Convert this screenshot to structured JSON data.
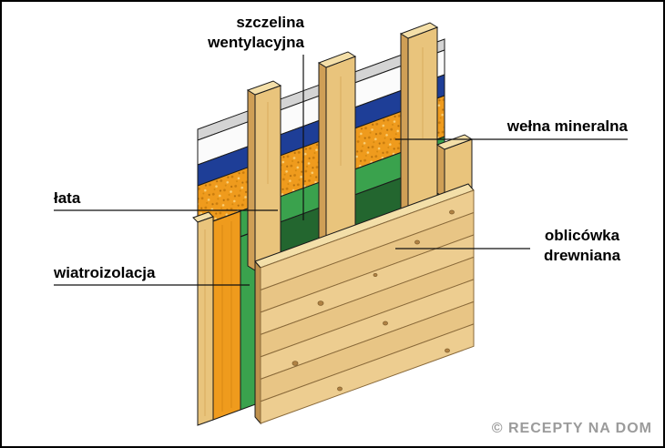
{
  "diagram": {
    "subject": "wall-construction-cross-section",
    "labels": {
      "ventilation_gap": {
        "line1": "szczelina",
        "line2": "wentylacyjna"
      },
      "mineral_wool": {
        "text": "wełna mineralna"
      },
      "batten": {
        "text": "łata"
      },
      "wind_insulation": {
        "text": "wiatroizolacja"
      },
      "wood_cladding": {
        "line1": "oblicówka",
        "line2": "drewniana"
      }
    },
    "watermark": {
      "text": "© RECEPTY NA DOM"
    },
    "colors": {
      "wood_light": "#EDCD90",
      "wood_alt": "#E8C585",
      "wood_top_face": "#F3DFA9",
      "wood_side_dark": "#C0914D",
      "stud_front": "#E9C47C",
      "stud_side": "#CF9F56",
      "mineral_wool_orange": "#EF9B1D",
      "membrane_blue": "#1E3E97",
      "wind_insulation_green": "#3AA24D",
      "gap_shadow": "#23662F",
      "sheathing_white": "#FBFBFB",
      "sheathing_gray_edge": "#D4D4D4",
      "outline": "#1A1A1A",
      "watermark_gray": "#9B9B9B"
    }
  }
}
